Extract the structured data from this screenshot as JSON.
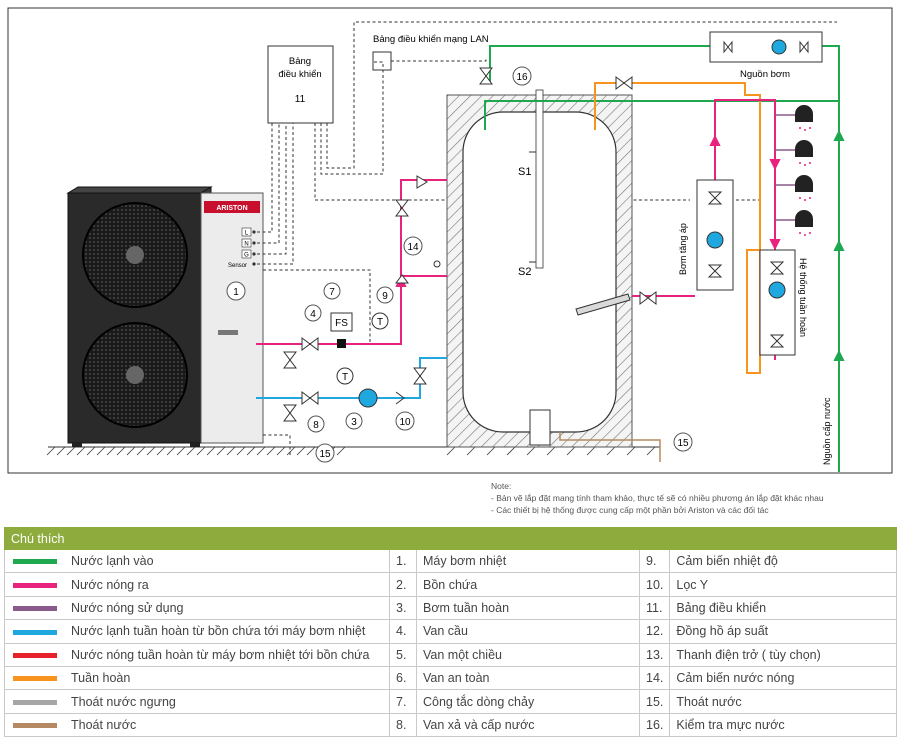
{
  "diagram": {
    "lan_panel_label": "Bảng điều khiển mạng LAN",
    "control_panel_label_1": "Bảng",
    "control_panel_label_2": "điều khiển",
    "control_panel_number": "11",
    "brand": "ARISTON",
    "terminal_l": "L",
    "terminal_n": "N",
    "terminal_g": "G",
    "sensor_label": "Sensor",
    "s1": "S1",
    "s2": "S2",
    "nguon_bom": "Nguồn bơm",
    "bom_tang_ap": "Bơm tăng áp",
    "he_thong_tuan_hoan": "Hệ thống tuần hoàn",
    "nguon_cap_nuoc": "Nguồn cấp nước",
    "fs": "FS",
    "t": "T",
    "labels": {
      "n1": "1",
      "n3": "3",
      "n4": "4",
      "n7": "7",
      "n8": "8",
      "n9": "9",
      "n10": "10",
      "n14": "14",
      "n15a": "15",
      "n15b": "15",
      "n16": "16"
    }
  },
  "note": {
    "title": "Note:",
    "line1": "- Bản vẽ lắp đặt mang tính tham khảo, thực tế sẽ có nhiều phương án lắp đặt khác nhau",
    "line2": "- Các thiết bị hệ thống được cung cấp một phần bởi Ariston và các đối tác"
  },
  "legend": {
    "header": "Chú thích",
    "colors": [
      {
        "label": "Nước lạnh vào",
        "color": "#1fa84f"
      },
      {
        "label": "Nước nóng ra",
        "color": "#e8237e"
      },
      {
        "label": "Nước nóng sử dụng",
        "color": "#8a5a8c"
      },
      {
        "label": "Nước lạnh tuần hoàn từ bồn chứa tới máy bơm nhiệt",
        "color": "#1fa8e0"
      },
      {
        "label": "Nước nóng tuần hoàn từ máy bơm nhiệt tới bồn chứa",
        "color": "#e62129"
      },
      {
        "label": "Tuần hoàn",
        "color": "#f7941d"
      },
      {
        "label": "Thoát nước ngưng",
        "color": "#a6a6a6"
      },
      {
        "label": "Thoát nước",
        "color": "#b58a62"
      }
    ],
    "items_col1": [
      {
        "num": "1.",
        "text": "Máy bơm nhiệt"
      },
      {
        "num": "2.",
        "text": "Bồn chứa"
      },
      {
        "num": "3.",
        "text": "Bơm tuần hoàn"
      },
      {
        "num": "4.",
        "text": "Van cầu"
      },
      {
        "num": "5.",
        "text": "Van một chiều"
      },
      {
        "num": "6.",
        "text": "Van an toàn"
      },
      {
        "num": "7.",
        "text": "Công tắc dòng chảy"
      },
      {
        "num": "8.",
        "text": "Van xả và cấp nước"
      }
    ],
    "items_col2": [
      {
        "num": "9.",
        "text": "Cảm biến nhiệt độ"
      },
      {
        "num": "10.",
        "text": "Lọc Y"
      },
      {
        "num": "11.",
        "text": "Bảng điều khiển"
      },
      {
        "num": "12.",
        "text": "Đồng hồ áp suất"
      },
      {
        "num": "13.",
        "text": "Thanh điện trở ( tùy chọn)"
      },
      {
        "num": "14.",
        "text": "Cảm biến nước nóng"
      },
      {
        "num": "15.",
        "text": "Thoát nước"
      },
      {
        "num": "16.",
        "text": "Kiểm tra mực nước"
      }
    ]
  }
}
